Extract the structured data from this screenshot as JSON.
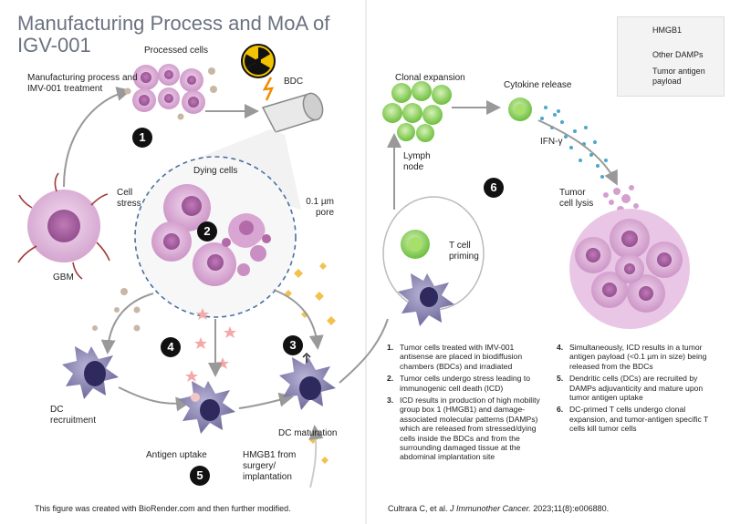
{
  "title": "Manufacturing Process and MoA of IGV-001",
  "labels": {
    "processed_cells": "Processed cells",
    "manufacturing": "Manufacturing process and IMV-001 treatment",
    "bdc": "BDC",
    "gbm": "GBM",
    "dying_cells": "Dying cells",
    "cell_stress": "Cell stress",
    "pore": "0.1 µm pore",
    "dc_recruitment": "DC recruitment",
    "antigen_uptake": "Antigen uptake",
    "dc_maturation": "DC maturation",
    "hmgb1_source": "HMGB1 from surgery/ implantation",
    "clonal_expansion": "Clonal expansion",
    "cytokine_release": "Cytokine release",
    "ifn": "IFN-γ",
    "lymph_node": "Lymph node",
    "tumor_lysis": "Tumor cell lysis",
    "t_cell_priming": "T cell priming"
  },
  "steps": [
    "1",
    "2",
    "3",
    "4",
    "5",
    "6"
  ],
  "legend": [
    {
      "label": "HMGB1",
      "icon": "hmgb1-diamond-icon",
      "color": "#f2c14e"
    },
    {
      "label": "Other DAMPs",
      "icon": "damp-circle-icon",
      "color": "#c9b7a6"
    },
    {
      "label": "Tumor antigen payload",
      "icon": "antigen-star-icon",
      "color": "#f4a8a8"
    }
  ],
  "notes": [
    {
      "num": "1.",
      "text": "Tumor cells treated with IMV-001 antisense are placed in biodiffusion chambers (BDCs) and irradiated"
    },
    {
      "num": "2.",
      "text": "Tumor cells undergo stress leading to immunogenic cell death (ICD)"
    },
    {
      "num": "3.",
      "text": "ICD results in production of high mobility group box 1 (HMGB1) and damage-associated molecular patterns (DAMPs) which are released from stressed/dying cells inside the BDCs and from the surrounding damaged tissue at the abdominal implantation site"
    },
    {
      "num": "4.",
      "text": "Simultaneously, ICD results in a tumor antigen payload (<0.1 µm in size) being released from the BDCs"
    },
    {
      "num": "5.",
      "text": "Dendritic cells (DCs) are recruited by DAMPs adjuvanticity and mature upon tumor antigen uptake"
    },
    {
      "num": "6.",
      "text": "DC-primed T cells undergo clonal expansion, and tumor-antigen specific T cells kill tumor cells"
    }
  ],
  "footer": "This figure was created with BioRender.com and then further modified.",
  "citation": {
    "authors": "Cultrara C, et al.",
    "journal": "J Immunother Cancer.",
    "ref": "2023;11(8):e006880."
  },
  "colors": {
    "tumor": "#d9a6d3",
    "dc": "#6e6a9c",
    "tcell": "#8bcf5a",
    "bdc_symbol": "#f2c300",
    "arrow": "#999999",
    "title": "#6b7280",
    "ifn_dots": "#4aa8c9"
  }
}
